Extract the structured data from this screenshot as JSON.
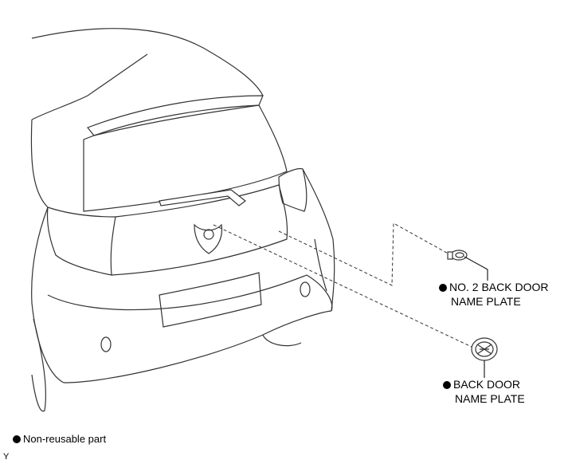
{
  "labels": {
    "no2_back_door_name_plate_line1": "NO. 2 BACK DOOR",
    "no2_back_door_name_plate_line2": "NAME PLATE",
    "back_door_name_plate_line1": "BACK DOOR",
    "back_door_name_plate_line2": "NAME PLATE"
  },
  "legend": {
    "non_reusable": "Non-reusable part"
  },
  "corner_code": "Y",
  "colors": {
    "line": "#333333",
    "background": "#ffffff",
    "text": "#000000"
  }
}
